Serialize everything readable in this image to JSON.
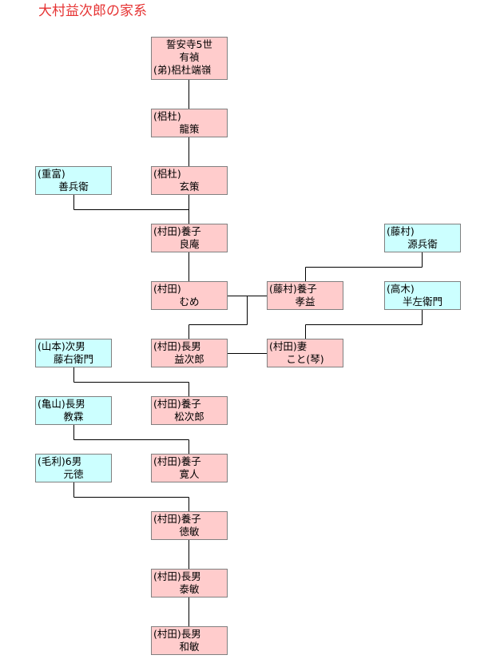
{
  "title": "大村益次郎の家系",
  "boxes": {
    "b1": {
      "lines": [
        "誓安寺5世",
        "有禎",
        "(弟)梠杜端嶺"
      ]
    },
    "b2": {
      "lines": [
        "(梠杜)",
        "龍策"
      ]
    },
    "b3": {
      "lines": [
        "(重富)",
        "善兵衛"
      ]
    },
    "b4": {
      "lines": [
        "(梠杜)",
        "玄策"
      ]
    },
    "b5": {
      "lines": [
        "(村田)養子",
        "良庵"
      ]
    },
    "b6": {
      "lines": [
        "(藤村)",
        "源兵衛"
      ]
    },
    "b7": {
      "lines": [
        "(村田)",
        "むめ"
      ]
    },
    "b8": {
      "lines": [
        "(藤村)養子",
        "孝益"
      ]
    },
    "b9": {
      "lines": [
        "(高木)",
        "半左衛門"
      ]
    },
    "b10": {
      "lines": [
        "(山本)次男",
        "藤右衛門"
      ]
    },
    "b11": {
      "lines": [
        "(村田)長男",
        "益次郎"
      ]
    },
    "b12": {
      "lines": [
        "(村田)妻",
        "こと(琴)"
      ]
    },
    "b13": {
      "lines": [
        "(亀山)長男",
        "教霖"
      ]
    },
    "b14": {
      "lines": [
        "(村田)養子",
        "松次郎"
      ]
    },
    "b15": {
      "lines": [
        "(毛利)6男",
        "元徳"
      ]
    },
    "b16": {
      "lines": [
        "(村田)養子",
        "寛人"
      ]
    },
    "b17": {
      "lines": [
        "(村田)養子",
        "徳敏"
      ]
    },
    "b18": {
      "lines": [
        "(村田)長男",
        "泰敏"
      ]
    },
    "b19": {
      "lines": [
        "(村田)長男",
        "和敏"
      ]
    }
  },
  "colors": {
    "pink": "#ffcccc",
    "cyan": "#ccffff",
    "title": "#e63333"
  }
}
